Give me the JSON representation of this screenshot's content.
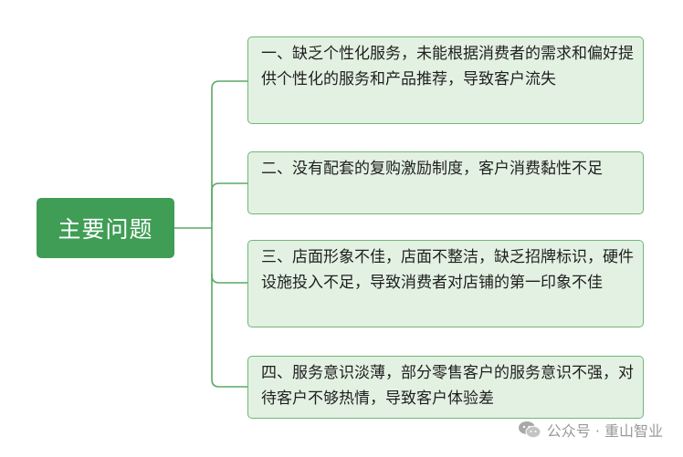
{
  "root": {
    "label": "主要问题"
  },
  "branches": [
    {
      "text": "一、缺乏个性化服务，未能根据消费者的需求和偏好提供个性化的服务和产品推荐，导致客户流失"
    },
    {
      "text": "二、没有配套的复购激励制度，客户消费黏性不足"
    },
    {
      "text": "三、店面形象不佳，店面不整洁，缺乏招牌标识，硬件设施投入不足，导致消费者对店铺的第一印象不佳"
    },
    {
      "text": "四、服务意识淡薄，部分零售客户的服务意识不强，对待客户不够热情，导致客户体验差"
    }
  ],
  "watermark": {
    "text": "公众号 · 重山智业",
    "icon": "wechat-icon"
  },
  "colors": {
    "root_fill": "#3f9d55",
    "branch_fill": "#e3f1e2",
    "branch_border": "#6fb779",
    "connector": "#5aa865"
  }
}
